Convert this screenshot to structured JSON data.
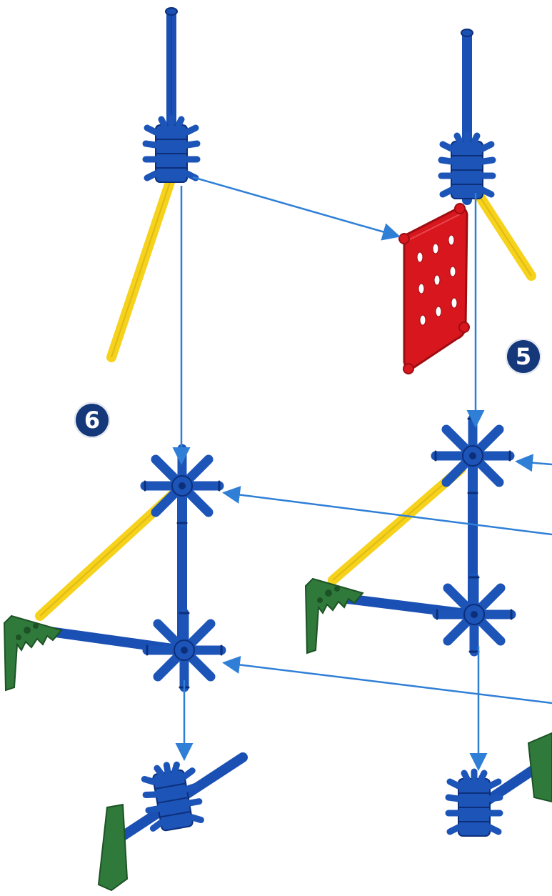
{
  "steps": [
    {
      "number": "5"
    },
    {
      "number": "6"
    }
  ],
  "colors": {
    "rod_blue": "#1a4fb3",
    "rod_blue_dark": "#0d2f7a",
    "rod_yellow": "#f6d21c",
    "rod_yellow_dark": "#c9a40c",
    "connector_blue": "#1c54b8",
    "connector_green": "#2f7a3a",
    "connector_green_dark": "#1d5226",
    "plate_red": "#d8161e",
    "plate_red_dark": "#9e0d12",
    "arrow": "#2f7fd6",
    "badge_fill": "#14387a"
  },
  "parts": {
    "rods": [
      "blue-rod",
      "yellow-rod"
    ],
    "connectors": [
      "blue-8-way-connector",
      "green-corner-connector",
      "blue-hub-connector"
    ],
    "panels": [
      "red-hole-plate"
    ]
  }
}
